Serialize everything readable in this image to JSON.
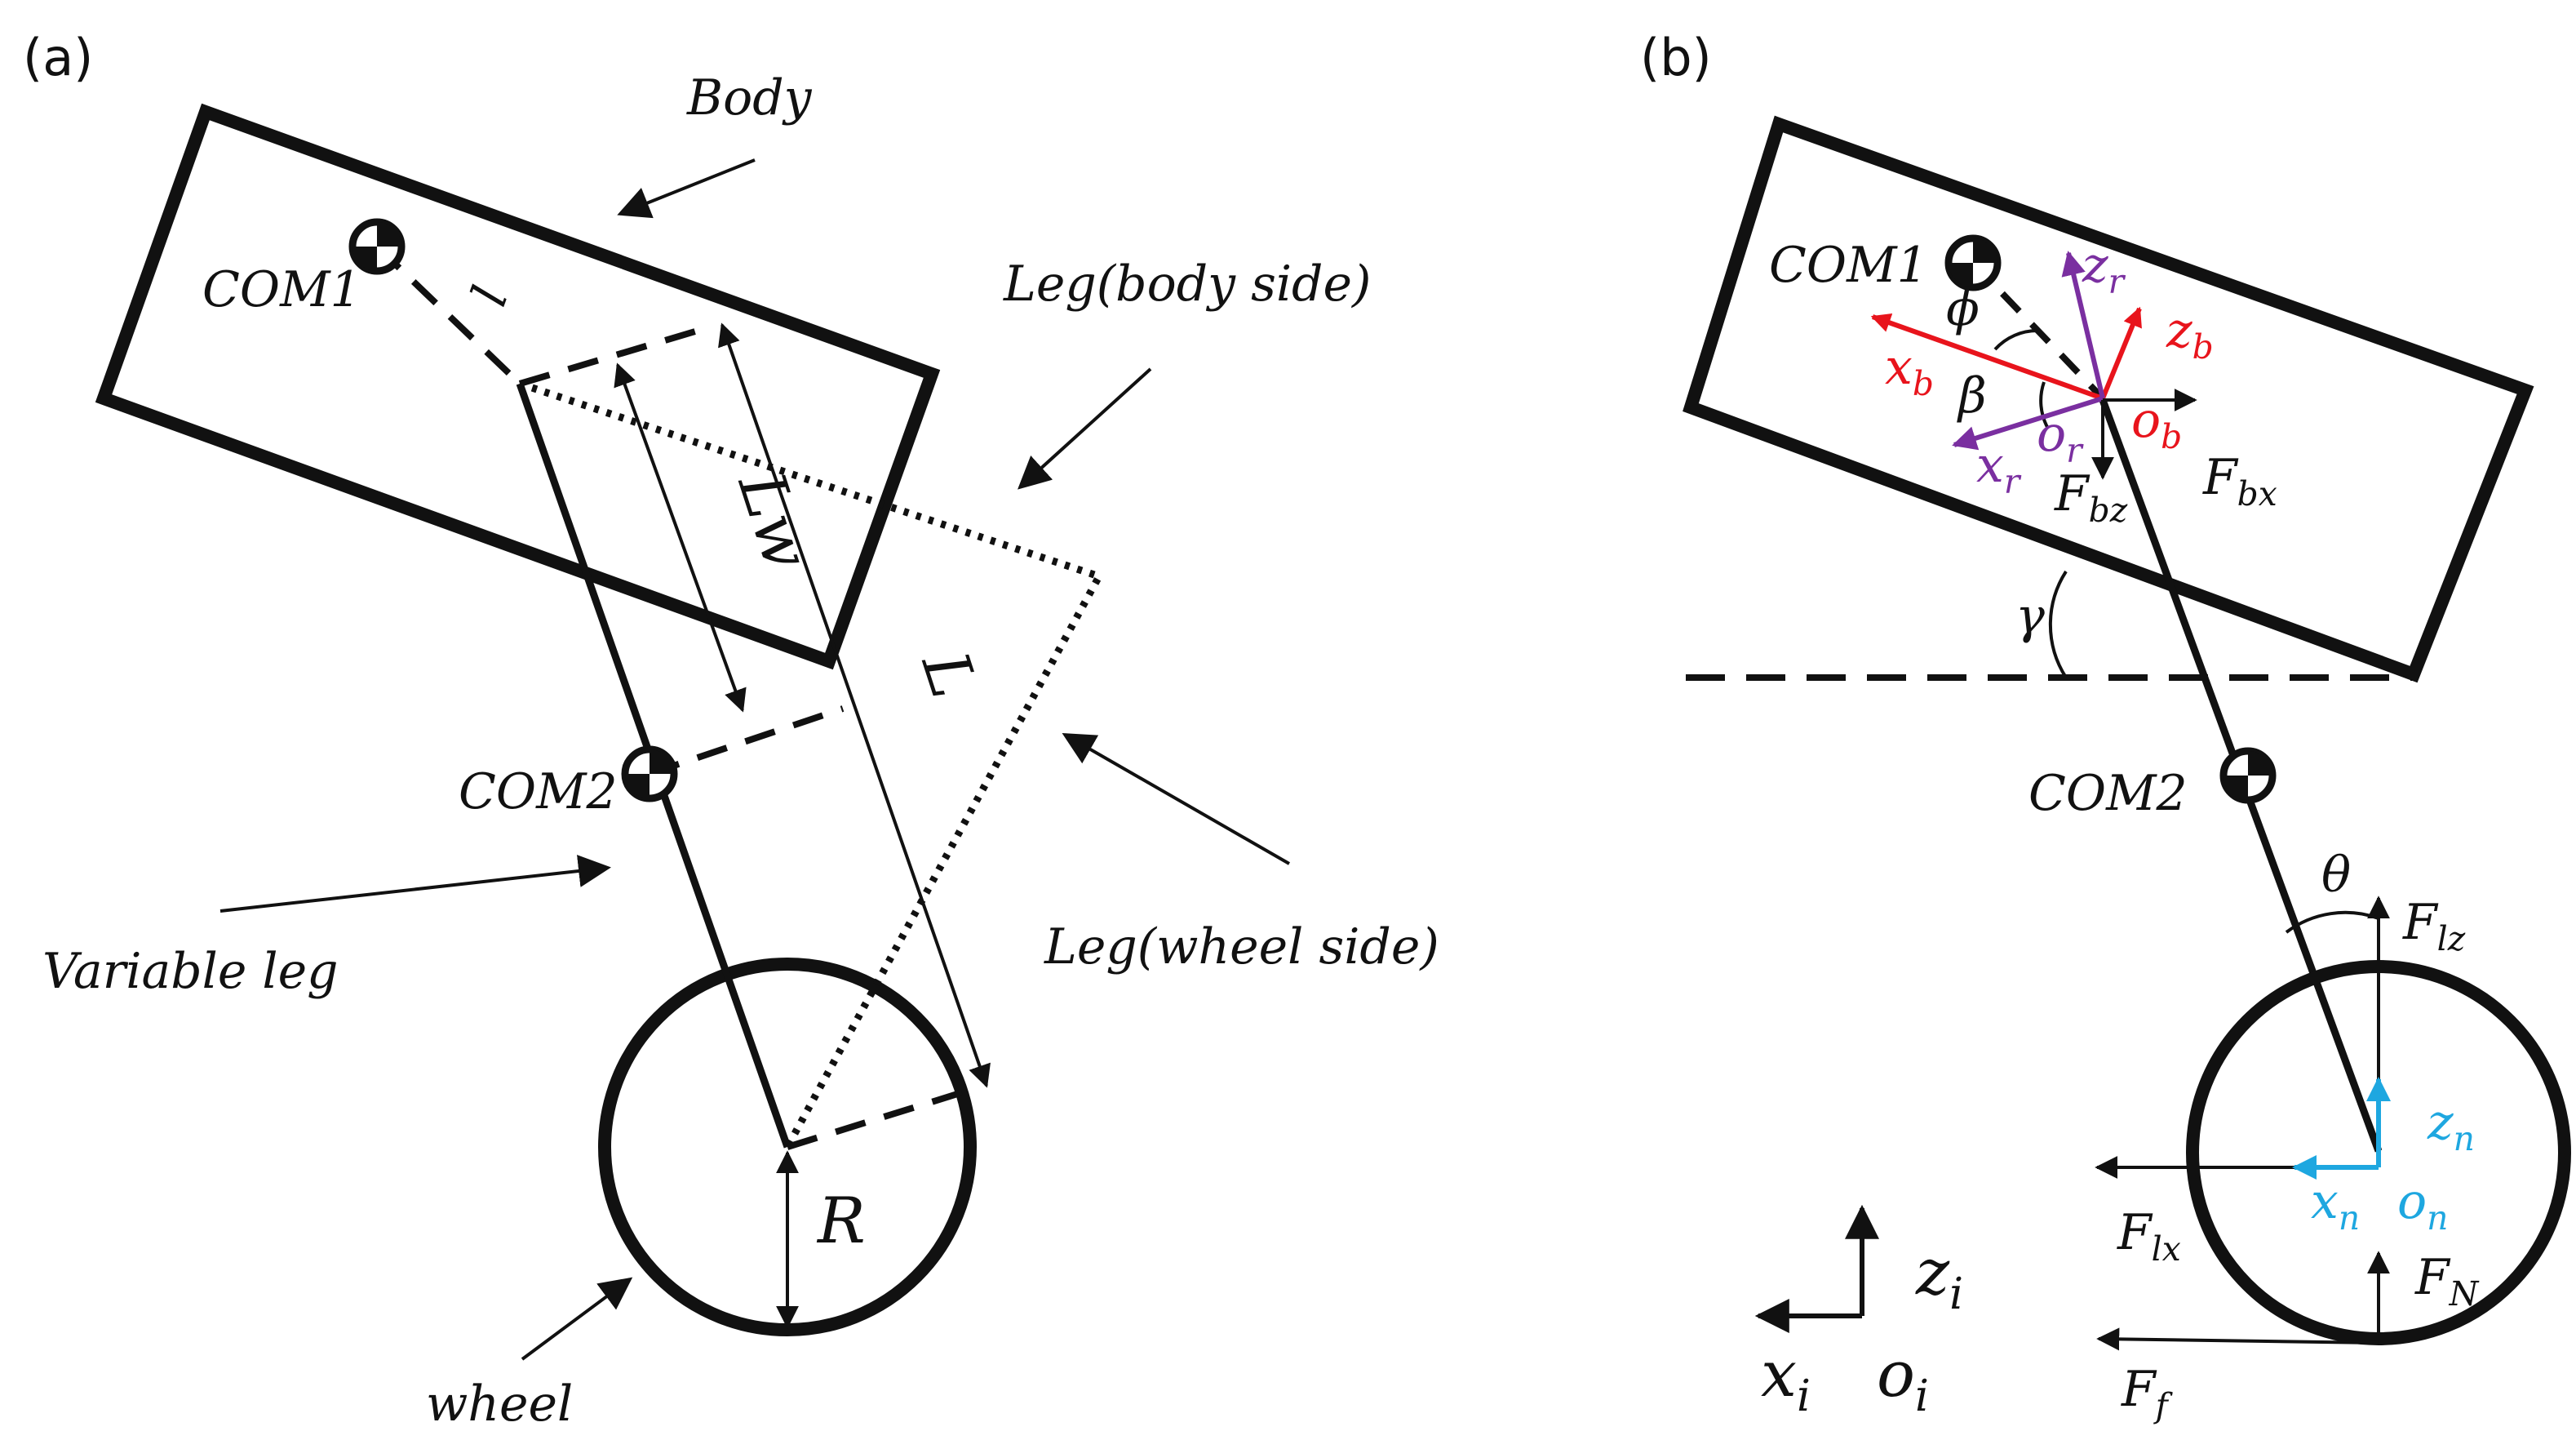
{
  "panels": {
    "a": "(a)",
    "b": "(b)"
  },
  "panel_a": {
    "body": "Body",
    "com1": "COM1",
    "com2": "COM2",
    "leg_body_side": "Leg(body side)",
    "leg_wheel_side": "Leg(wheel side)",
    "variable_leg": "Variable leg",
    "wheel": "wheel",
    "l": "l",
    "lw": "Lw",
    "L": "L",
    "R": "R"
  },
  "panel_b": {
    "com1": "COM1",
    "com2": "COM2",
    "phi": "ϕ",
    "beta": "β",
    "gamma": "γ",
    "theta": "θ",
    "xb": {
      "base": "x",
      "sub": "b"
    },
    "zb": {
      "base": "z",
      "sub": "b"
    },
    "ob": {
      "base": "o",
      "sub": "b"
    },
    "xr": {
      "base": "x",
      "sub": "r"
    },
    "zr": {
      "base": "z",
      "sub": "r"
    },
    "or": {
      "base": "o",
      "sub": "r"
    },
    "fbz": {
      "base": "F",
      "sub": "bz"
    },
    "fbx": {
      "base": "F",
      "sub": "bx"
    },
    "flz": {
      "base": "F",
      "sub": "lz"
    },
    "flx": {
      "base": "F",
      "sub": "lx"
    },
    "fn": {
      "base": "F",
      "sub": "N"
    },
    "ff": {
      "base": "F",
      "sub": "f"
    },
    "zn": {
      "base": "z",
      "sub": "n"
    },
    "xn": {
      "base": "x",
      "sub": "n"
    },
    "on": {
      "base": "o",
      "sub": "n"
    },
    "zi": {
      "base": "z",
      "sub": "i"
    },
    "xi": {
      "base": "x",
      "sub": "i"
    },
    "oi": {
      "base": "o",
      "sub": "i"
    }
  },
  "colors": {
    "body_frame": "#e8141c",
    "rotor_frame": "#7a2fa0",
    "wheel_frame": "#1ea7e0",
    "ink": "#111111"
  }
}
